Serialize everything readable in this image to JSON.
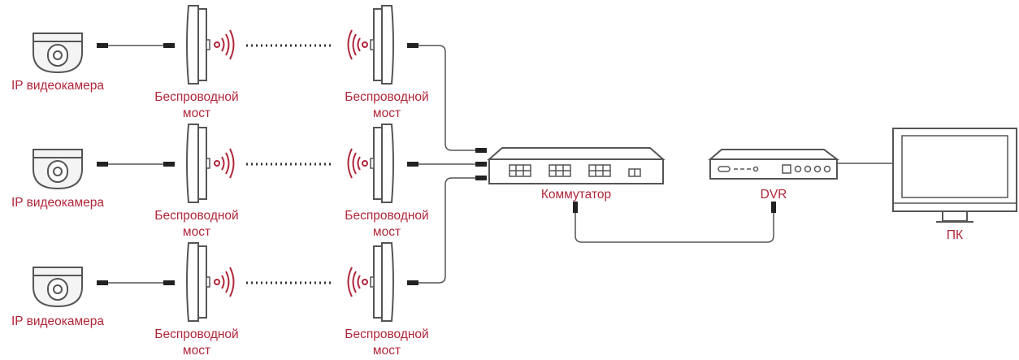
{
  "diagram": {
    "camera_label": "IP видеокамера",
    "bridge_label_line1": "Беспроводной",
    "bridge_label_line2": "мост",
    "switch_label": "Коммутатор",
    "dvr_label": "DVR",
    "pc_label": "ПК",
    "rows": [
      {
        "camera": "IP видеокамера",
        "bridge_tx": [
          "Беспроводной",
          "мост"
        ],
        "bridge_rx": [
          "Беспроводной",
          "мост"
        ]
      },
      {
        "camera": "IP видеокамера",
        "bridge_tx": [
          "Беспроводной",
          "мост"
        ],
        "bridge_rx": [
          "Беспроводной",
          "мост"
        ]
      },
      {
        "camera": "IP видеокамера",
        "bridge_tx": [
          "Беспроводной",
          "мост"
        ],
        "bridge_rx": [
          "Беспроводной",
          "мост"
        ]
      }
    ],
    "colors": {
      "accent": "#b0263a",
      "device_stroke": "#555555",
      "device_fill": "#ffffff",
      "link_dots": "#333333"
    }
  }
}
